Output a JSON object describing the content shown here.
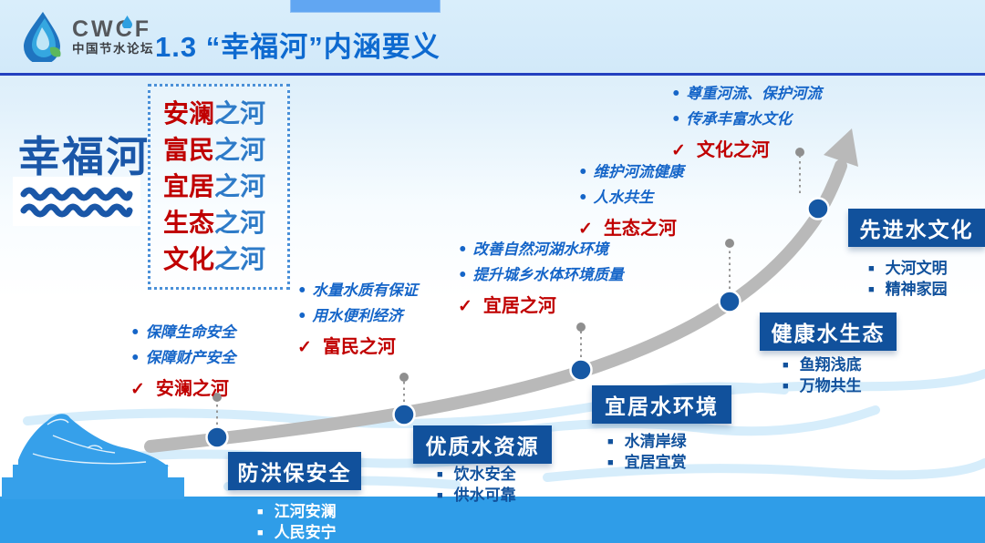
{
  "header": {
    "logo": {
      "acronym": "CWCF",
      "org": "中国节水论坛"
    },
    "title": "1.3 “幸福河”内涵要义"
  },
  "intro": {
    "keyword": "幸福河",
    "river_list": [
      {
        "hl": "安澜",
        "rest": "之河"
      },
      {
        "hl": "富民",
        "rest": "之河"
      },
      {
        "hl": "宜居",
        "rest": "之河"
      },
      {
        "hl": "生态",
        "rest": "之河"
      },
      {
        "hl": "文化",
        "rest": "之河"
      }
    ]
  },
  "stages": [
    {
      "label": "防洪保安全",
      "features": [
        "保障生命安全",
        "保障财产安全"
      ],
      "check": "安澜之河",
      "outcomes": [
        "江河安澜",
        "人民安宁"
      ]
    },
    {
      "label": "优质水资源",
      "features": [
        "水量水质有保证",
        "用水便利经济"
      ],
      "check": "富民之河",
      "outcomes": [
        "饮水安全",
        "供水可靠"
      ]
    },
    {
      "label": "宜居水环境",
      "features": [
        "改善自然河湖水环境",
        "提升城乡水体环境质量"
      ],
      "check": "宜居之河",
      "outcomes": [
        "水清岸绿",
        "宜居宜赏"
      ]
    },
    {
      "label": "健康水生态",
      "features": [
        "维护河流健康",
        "人水共生"
      ],
      "check": "生态之河",
      "outcomes": [
        "鱼翔浅底",
        "万物共生"
      ]
    },
    {
      "label": "先进水文化",
      "features": [
        "尊重河流、保护河流",
        "传承丰富水文化"
      ],
      "check": "文化之河",
      "outcomes": [
        "大河文明",
        "精神家园"
      ]
    }
  ],
  "icons": {
    "check": "✓",
    "dot": "•",
    "square": "■"
  },
  "colors": {
    "title_blue": "#0e6ad0",
    "dark_blue": "#11519c",
    "red": "#c00000",
    "band_blue": "#2f9de8",
    "curve_gray": "#b9b9b9",
    "dot_blue": "#1658a4"
  }
}
